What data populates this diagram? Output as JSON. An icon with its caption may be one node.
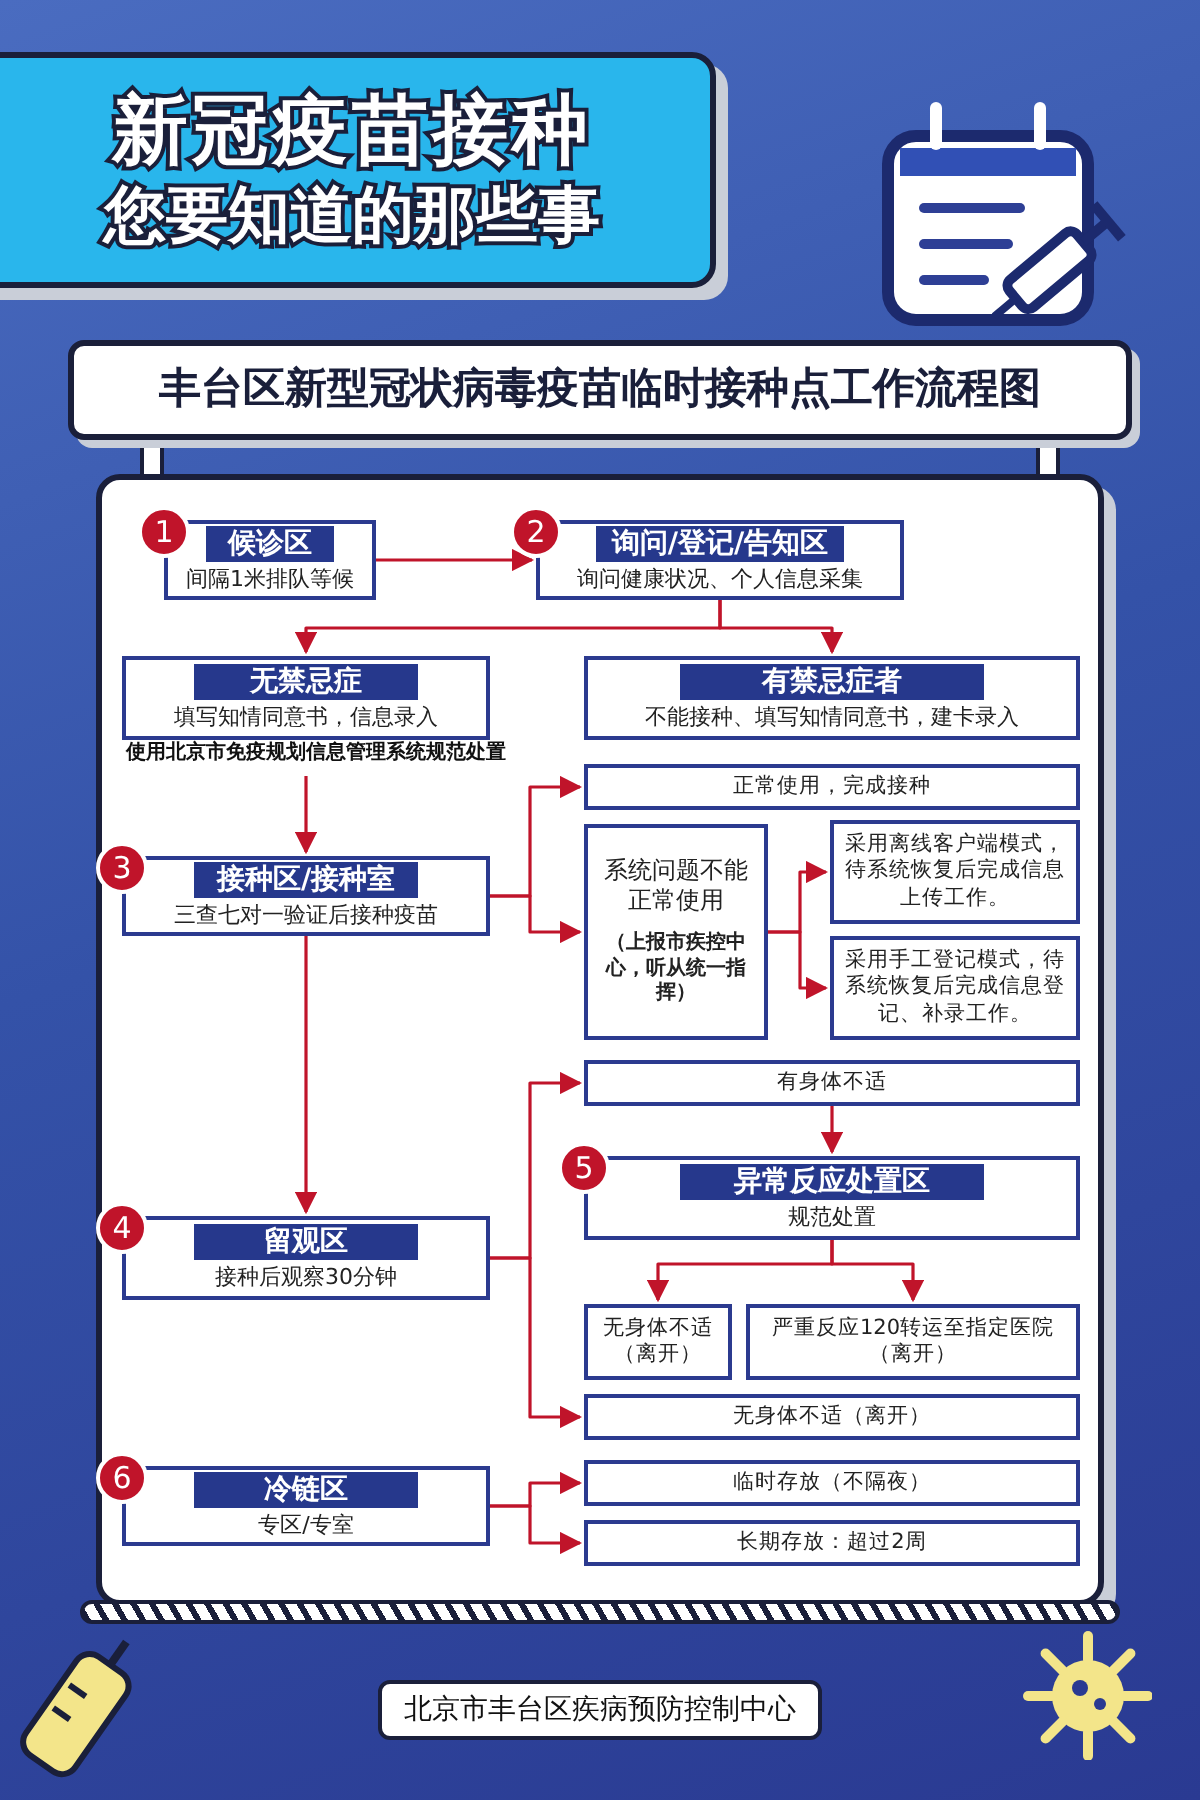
{
  "diagram": {
    "title": "新冠疫苗接种",
    "nodes": [
      {
        "text": [
          "候诊区",
          "间隔1米排队等候"
        ],
        "beside": [
          "1"
        ]
      },
      {
        "text": [
          "询问/登记/告知区",
          "询问健康状况、个人信息采集"
        ],
        "beside": [
          "2"
        ]
      },
      {
        "text": [
          "无禁忌症",
          "填写知情同意书，信息录入"
        ],
        "beside": [
          "使用北京市免疫规划信息管理系统规范处置"
        ]
      },
      {
        "text": [
          "有禁忌症者",
          "不能接种、填写知情同意书，建卡录入"
        ]
      },
      {
        "text": [
          "接种区/接种室",
          "三查七对一验证后接种疫苗"
        ],
        "beside": [
          "3"
        ]
      },
      {
        "text": [
          "正常使用，完成接种"
        ]
      },
      {
        "text": [
          "系统问题不能正常使用",
          "（上报市疾控中心，听从统一指挥）"
        ]
      },
      {
        "text": [
          "采用离线客户端模式，待系统恢复后完成信息上传工作。"
        ]
      },
      {
        "text": [
          "采用手工登记模式，待系统恢复后完成信息登记、补录工作。"
        ]
      },
      {
        "text": [
          "留观区",
          "接种后观察30分钟"
        ],
        "beside": [
          "4"
        ]
      },
      {
        "text": [
          "有身体不适"
        ]
      },
      {
        "text": [
          "异常反应处置区",
          "规范处置"
        ],
        "beside": [
          "5"
        ]
      },
      {
        "text": [
          "无身体不适（离开）"
        ]
      },
      {
        "text": [
          "严重反应120转运至指定医院（离开）"
        ]
      },
      {
        "text": [
          "无身体不适（离开）"
        ]
      },
      {
        "text": [
          "冷链区",
          "专区/专室"
        ],
        "beside": [
          "6"
        ]
      },
      {
        "text": [
          "临时存放（不隔夜）"
        ]
      },
      {
        "text": [
          "长期存放：超过2周"
        ]
      }
    ],
    "edges": [
      {
        "from": 0,
        "to": 1,
        "arrow": "to"
      },
      {
        "from": 1,
        "to": 2,
        "arrow": "to"
      },
      {
        "from": 1,
        "to": 3,
        "arrow": "to"
      },
      {
        "from": 2,
        "to": 4,
        "arrow": "to"
      },
      {
        "from": 4,
        "to": 5,
        "arrow": "to"
      },
      {
        "from": 4,
        "to": 6,
        "arrow": "to"
      },
      {
        "from": 6,
        "to": 7,
        "arrow": "to"
      },
      {
        "from": 6,
        "to": 8,
        "arrow": "to"
      },
      {
        "from": 4,
        "to": 9,
        "arrow": "to"
      },
      {
        "from": 9,
        "to": 10,
        "arrow": "to"
      },
      {
        "from": 9,
        "to": 14,
        "arrow": "to"
      },
      {
        "from": 10,
        "to": 11,
        "arrow": "to"
      },
      {
        "from": 11,
        "to": 12,
        "arrow": "to"
      },
      {
        "from": 11,
        "to": 13,
        "arrow": "to"
      },
      {
        "from": 15,
        "to": 16,
        "arrow": "to"
      },
      {
        "from": 15,
        "to": 17,
        "arrow": "to"
      }
    ],
    "labels": [
      "您要知道的那些事",
      "丰台区新型冠状病毒疫苗临时接种点工作流程图"
    ],
    "caption": "北京市丰台区疾病预防控制中心"
  }
}
